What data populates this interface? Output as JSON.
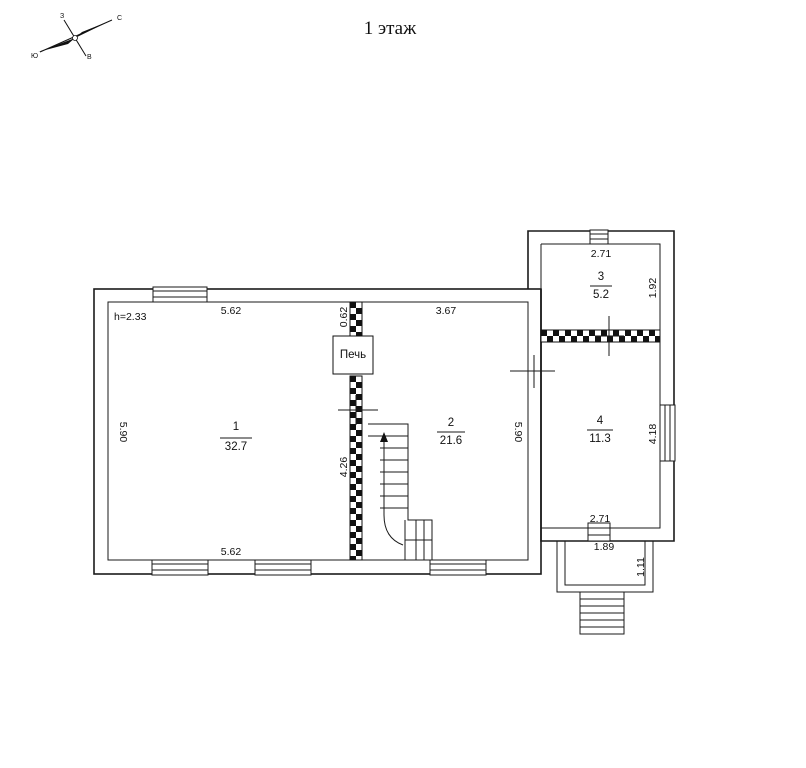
{
  "title": "1 этаж",
  "compass": {
    "north": "С",
    "south": "Ю",
    "east": "В",
    "west": "З"
  },
  "height_label": "h=2.33",
  "stove_label": "Печь",
  "rooms": [
    {
      "number": "1",
      "area": "32.7"
    },
    {
      "number": "2",
      "area": "21.6"
    },
    {
      "number": "3",
      "area": "5.2"
    },
    {
      "number": "4",
      "area": "11.3"
    }
  ],
  "dimensions": {
    "room1_top": "5.62",
    "room1_bottom": "5.62",
    "room1_left": "5.90",
    "partition_short": "0.62",
    "partition_long": "4.26",
    "room2_top": "3.67",
    "room2_right": "5.90",
    "room3_top": "2.71",
    "room3_right": "1.92",
    "room4_right": "4.18",
    "room4_bottom": "2.71",
    "porch_width": "1.89",
    "porch_depth": "1.11"
  },
  "colors": {
    "line": "#1a1a1a",
    "background": "#ffffff"
  }
}
